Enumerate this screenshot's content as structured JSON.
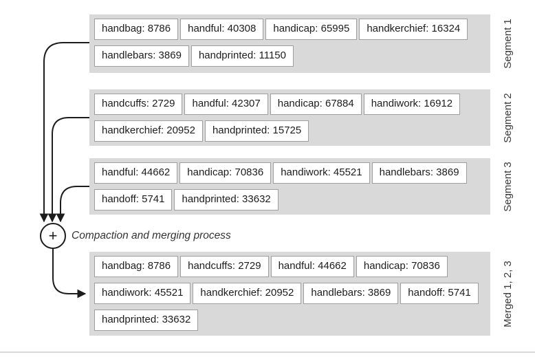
{
  "diagram": {
    "process_label": "Compaction and merging process",
    "merge_node_symbol": "+"
  },
  "segments": [
    {
      "label": "Segment 1",
      "rows": [
        [
          "handbag: 8786",
          "handful: 40308",
          "handicap: 65995",
          "handkerchief: 16324"
        ],
        [
          "handlebars: 3869",
          "handprinted: 11150"
        ]
      ]
    },
    {
      "label": "Segment 2",
      "rows": [
        [
          "handcuffs: 2729",
          "handful: 42307",
          "handicap: 67884",
          "handiwork: 16912"
        ],
        [
          "handkerchief: 20952",
          "handprinted: 15725"
        ]
      ]
    },
    {
      "label": "Segment 3",
      "rows": [
        [
          "handful: 44662",
          "handicap: 70836",
          "handiwork: 45521",
          "handlebars: 3869"
        ],
        [
          "handoff: 5741",
          "handprinted: 33632"
        ]
      ]
    },
    {
      "label": "Merged 1, 2, 3",
      "rows": [
        [
          "handbag: 8786",
          "handcuffs: 2729",
          "handful: 44662",
          "handicap: 70836"
        ],
        [
          "handiwork: 45521",
          "handkerchief: 20952",
          "handlebars: 3869",
          "handoff: 5741"
        ],
        [
          "handprinted: 33632"
        ]
      ]
    }
  ],
  "colors": {
    "panel_bg": "#d9d9d9",
    "cell_border": "#9e9e9e",
    "arrow": "#1c1c1c",
    "divider": "#d7d7d7"
  }
}
